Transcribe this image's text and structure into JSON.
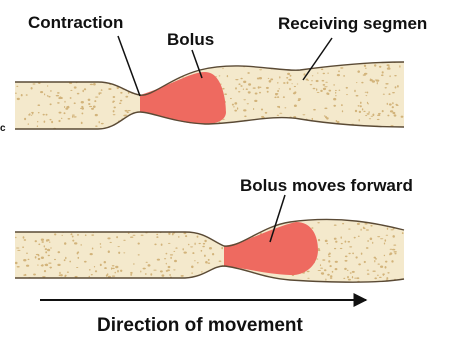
{
  "diagram": {
    "colors": {
      "tube_fill": "#f4e9cc",
      "speckle": "#d2b37a",
      "outline": "#5a4a35",
      "bolus": "#ee6a60",
      "arrow": "#111111",
      "background": "#ffffff"
    },
    "top_panel": {
      "label_contraction": "Contraction",
      "label_bolus": "Bolus",
      "label_receiving": "Receiving segmen",
      "edge_fragment": "c"
    },
    "bottom_panel": {
      "label_bolus_moves": "Bolus moves forward"
    },
    "direction_label": "Direction of movement"
  }
}
